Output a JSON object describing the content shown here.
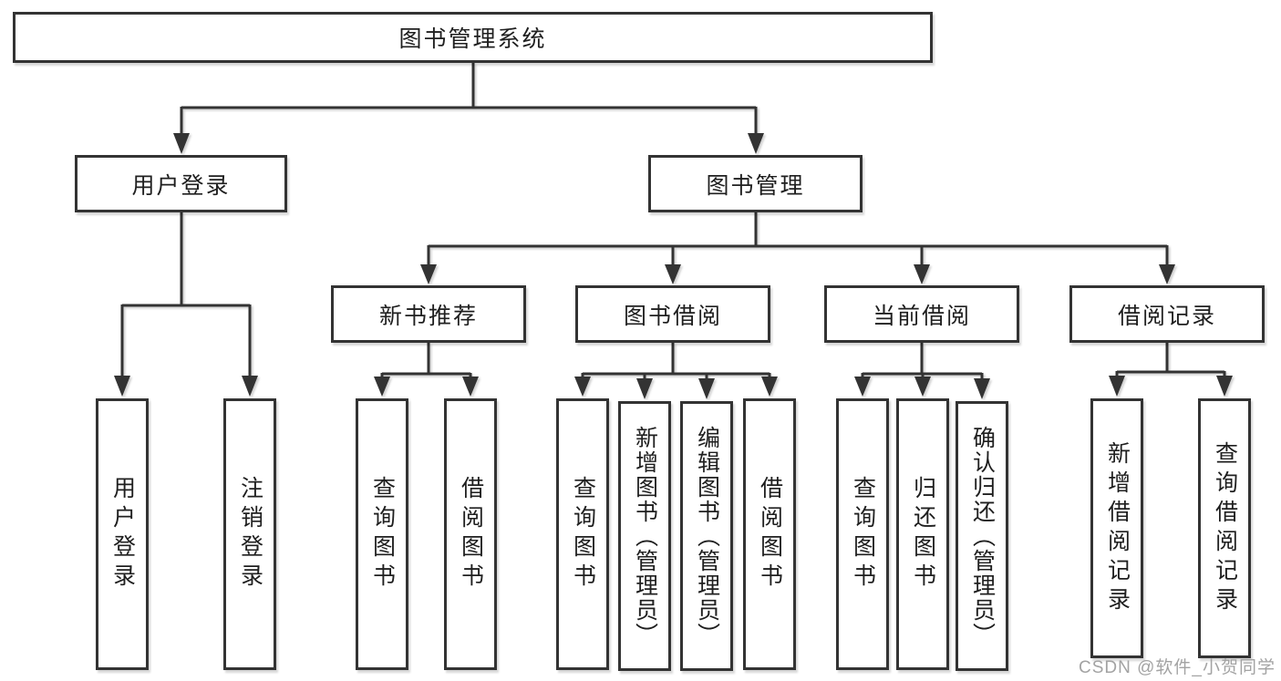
{
  "tree": {
    "root": "图书管理系统",
    "children": [
      {
        "label": "用户登录",
        "children": [
          "用户登录",
          "注销登录"
        ]
      },
      {
        "label": "图书管理",
        "children": [
          {
            "label": "新书推荐",
            "children": [
              "查询图书",
              "借阅图书"
            ]
          },
          {
            "label": "图书借阅",
            "children": [
              "查询图书",
              "新增图书（管理员）",
              "编辑图书（管理员）",
              "借阅图书"
            ]
          },
          {
            "label": "当前借阅",
            "children": [
              "查询图书",
              "归还图书",
              "确认归还（管理员）"
            ]
          },
          {
            "label": "借阅记录",
            "children": [
              "新增借阅记录",
              "查询借阅记录"
            ]
          }
        ]
      }
    ]
  },
  "watermark": "CSDN @软件_小贺同学",
  "colors": {
    "line": "#333333",
    "box_border": "#333333",
    "text": "#1f1f1f",
    "watermark": "#a3a3a3",
    "background": "#ffffff"
  }
}
